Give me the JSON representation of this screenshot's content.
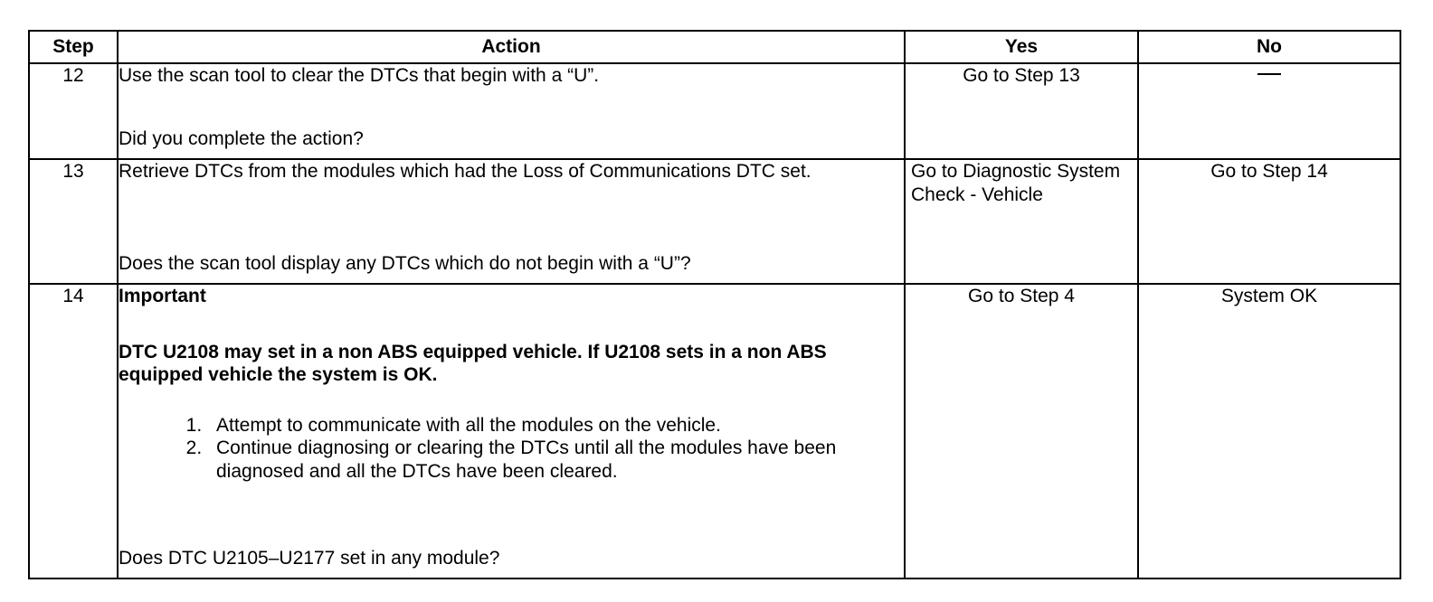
{
  "headers": {
    "step": "Step",
    "action": "Action",
    "yes": "Yes",
    "no": "No"
  },
  "rows": [
    {
      "step": "12",
      "action_text": "Use the scan tool to clear the DTCs that begin with a “U”.",
      "question": "Did you complete the action?",
      "yes": "Go to Step 13",
      "no": "—"
    },
    {
      "step": "13",
      "action_text": "Retrieve DTCs from the modules which had the Loss of Communications DTC set.",
      "question": "Does the scan tool display any DTCs which do not begin with a “U”?",
      "yes": "Go to Diagnostic System Check - Vehicle",
      "no": "Go to Step 14"
    },
    {
      "step": "14",
      "important_heading": "Important",
      "important_text": "DTC U2108 may set in a non ABS equipped vehicle. If U2108 sets in a non ABS equipped vehicle the system is OK.",
      "list": [
        "Attempt to communicate with all the modules on the vehicle.",
        "Continue diagnosing or clearing the DTCs until all the modules have been diagnosed and all the DTCs have been cleared."
      ],
      "question": "Does DTC U2105–U2177 set in any module?",
      "yes": "Go to Step 4",
      "no": "System OK"
    }
  ]
}
